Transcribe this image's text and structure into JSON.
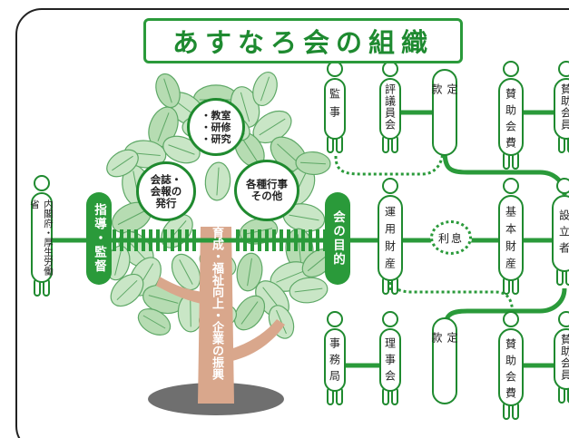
{
  "title": "あすなろ会の組織",
  "colors": {
    "green": "#2a9a3a",
    "dark_green": "#1f8a2f",
    "leaf": "#c9e6c6",
    "leaf_edge": "#5ea866",
    "trunk": "#d9a78c",
    "shadow": "#6f6f6f"
  },
  "tree": {
    "bubble_top": [
      "・教室",
      "・研修",
      "・研究"
    ],
    "bubble_left": [
      "会誌・",
      "会報の",
      "発行"
    ],
    "bubble_right": [
      "各種行事",
      "その他"
    ],
    "trunk_label": "育成・福祉向上・企業の振興"
  },
  "labels": {
    "supervision": "指導・監督",
    "purpose": "会の目的",
    "ministry": "内閣府・厚生労働省",
    "interest": "利息"
  },
  "figures": {
    "auditor": "監事",
    "councilors": "評議員会",
    "articles_top": "定款",
    "support_fee_top": "賛助会費",
    "supporting_members_top": "賛助会員",
    "operating_assets": "運用財産",
    "basic_assets": "基本財産",
    "founder": "設立者",
    "secretariat": "事務局",
    "board": "理事会",
    "articles_bottom": "定款",
    "support_fee_bottom": "賛助会費",
    "supporting_members_bottom": "賛助会員"
  }
}
